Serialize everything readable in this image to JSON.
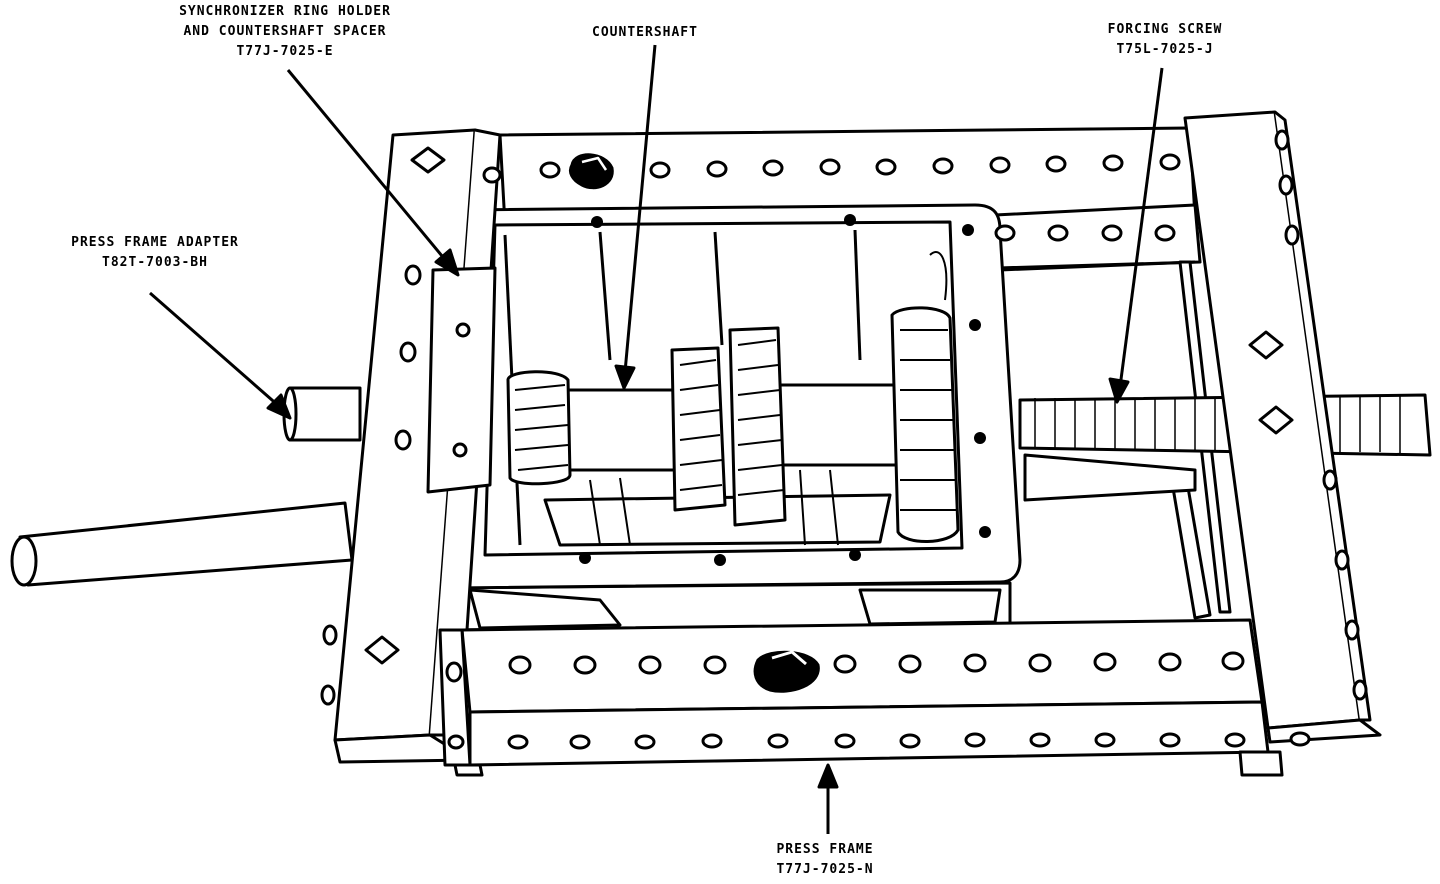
{
  "callouts": {
    "sync_holder": {
      "line1": "SYNCHRONIZER RING HOLDER",
      "line2": "AND COUNTERSHAFT SPACER",
      "part": "T77J-7025-E"
    },
    "countershaft": {
      "line1": "COUNTERSHAFT"
    },
    "forcing_screw": {
      "line1": "FORCING SCREW",
      "part": "T75L-7025-J"
    },
    "press_frame_adapter": {
      "line1": "PRESS FRAME ADAPTER",
      "part": "T82T-7003-BH"
    },
    "press_frame": {
      "line1": "PRESS FRAME",
      "part": "T77J-7025-N"
    }
  },
  "colors": {
    "ink": "#000000",
    "paper": "#ffffff"
  }
}
